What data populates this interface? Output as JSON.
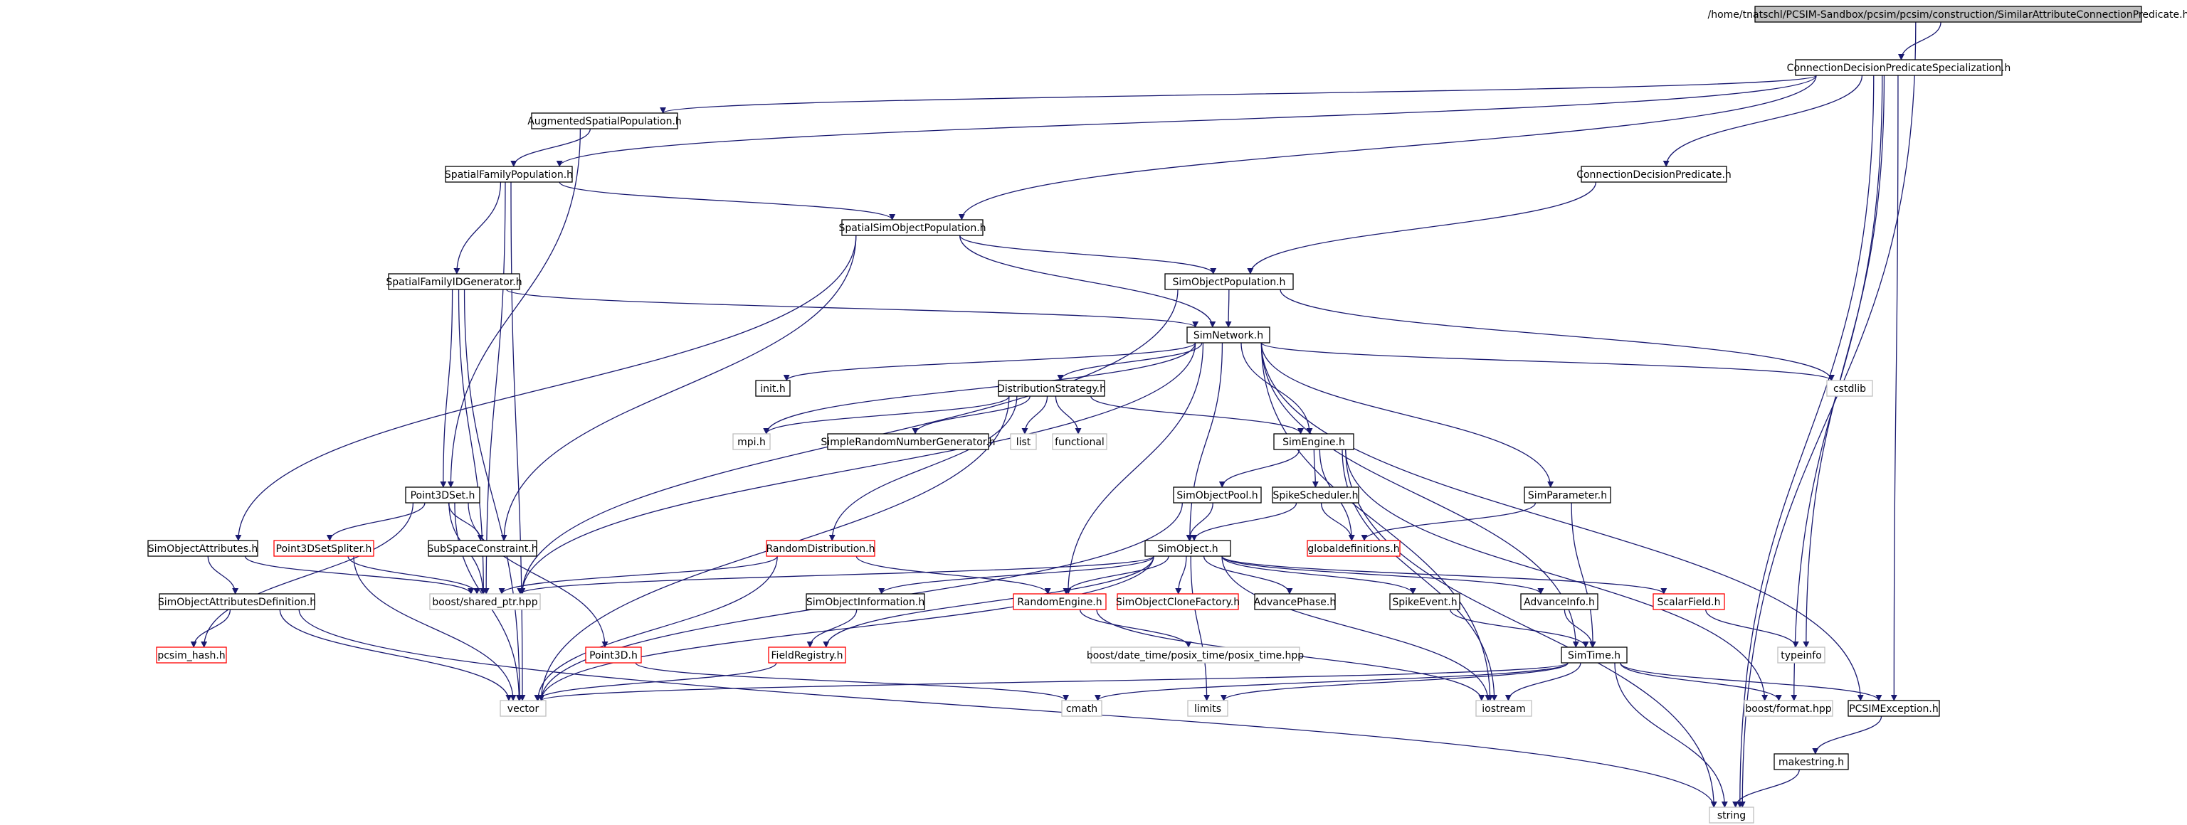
{
  "diagram": {
    "colors": {
      "edge": "#191970",
      "root_fill": "#bfbfbf",
      "box_border_documented": "#000000",
      "box_border_undocumented": "#ff0000",
      "box_border_system": "#bfbfbf"
    },
    "nodes": [
      {
        "id": "root",
        "label": "/home/tnatschl/PCSIM-Sandbox/pcsim/pcsim/construction/SimilarAttributeConnectionPredicate.h",
        "kind": "root"
      },
      {
        "id": "cdps",
        "label": "ConnectionDecisionPredicateSpecialization.h",
        "kind": "normal"
      },
      {
        "id": "asp",
        "label": "AugmentedSpatialPopulation.h",
        "kind": "normal"
      },
      {
        "id": "sfp",
        "label": "SpatialFamilyPopulation.h",
        "kind": "normal"
      },
      {
        "id": "cdp",
        "label": "ConnectionDecisionPredicate.h",
        "kind": "normal"
      },
      {
        "id": "ssop",
        "label": "SpatialSimObjectPopulation.h",
        "kind": "normal"
      },
      {
        "id": "sfig",
        "label": "SpatialFamilyIDGenerator.h",
        "kind": "normal"
      },
      {
        "id": "sop",
        "label": "SimObjectPopulation.h",
        "kind": "normal"
      },
      {
        "id": "snet",
        "label": "SimNetwork.h",
        "kind": "normal"
      },
      {
        "id": "init",
        "label": "init.h",
        "kind": "normal"
      },
      {
        "id": "ds",
        "label": "DistributionStrategy.h",
        "kind": "normal"
      },
      {
        "id": "cstdlib",
        "label": "cstdlib",
        "kind": "system"
      },
      {
        "id": "mpi",
        "label": "mpi.h",
        "kind": "system"
      },
      {
        "id": "srng",
        "label": "SimpleRandomNumberGenerator.h",
        "kind": "normal"
      },
      {
        "id": "list",
        "label": "list",
        "kind": "system"
      },
      {
        "id": "functional",
        "label": "functional",
        "kind": "system"
      },
      {
        "id": "seng",
        "label": "SimEngine.h",
        "kind": "normal"
      },
      {
        "id": "p3ds",
        "label": "Point3DSet.h",
        "kind": "normal"
      },
      {
        "id": "sopool",
        "label": "SimObjectPool.h",
        "kind": "normal"
      },
      {
        "id": "ssched",
        "label": "SpikeScheduler.h",
        "kind": "normal"
      },
      {
        "id": "sparam",
        "label": "SimParameter.h",
        "kind": "normal"
      },
      {
        "id": "soa",
        "label": "SimObjectAttributes.h",
        "kind": "normal"
      },
      {
        "id": "p3dspl",
        "label": "Point3DSetSpliter.h",
        "kind": "undocumented"
      },
      {
        "id": "ssc",
        "label": "SubSpaceConstraint.h",
        "kind": "normal"
      },
      {
        "id": "rdist",
        "label": "RandomDistribution.h",
        "kind": "undocumented"
      },
      {
        "id": "simobj",
        "label": "SimObject.h",
        "kind": "normal"
      },
      {
        "id": "gdef",
        "label": "globaldefinitions.h",
        "kind": "undocumented"
      },
      {
        "id": "bsp",
        "label": "boost/shared_ptr.hpp",
        "kind": "system"
      },
      {
        "id": "soad",
        "label": "SimObjectAttributesDefinition.h",
        "kind": "normal"
      },
      {
        "id": "soinfo",
        "label": "SimObjectInformation.h",
        "kind": "normal"
      },
      {
        "id": "reng",
        "label": "RandomEngine.h",
        "kind": "undocumented"
      },
      {
        "id": "socf",
        "label": "SimObjectCloneFactory.h",
        "kind": "undocumented"
      },
      {
        "id": "aphase",
        "label": "AdvancePhase.h",
        "kind": "normal"
      },
      {
        "id": "sev",
        "label": "SpikeEvent.h",
        "kind": "normal"
      },
      {
        "id": "ainfo",
        "label": "AdvanceInfo.h",
        "kind": "normal"
      },
      {
        "id": "sfield",
        "label": "ScalarField.h",
        "kind": "undocumented"
      },
      {
        "id": "phash",
        "label": "pcsim_hash.h",
        "kind": "undocumented"
      },
      {
        "id": "p3d",
        "label": "Point3D.h",
        "kind": "undocumented"
      },
      {
        "id": "freg",
        "label": "FieldRegistry.h",
        "kind": "undocumented"
      },
      {
        "id": "bdt",
        "label": "boost/date_time/posix_time/posix_time.hpp",
        "kind": "system"
      },
      {
        "id": "stime",
        "label": "SimTime.h",
        "kind": "normal"
      },
      {
        "id": "typeinfo",
        "label": "typeinfo",
        "kind": "system"
      },
      {
        "id": "vector",
        "label": "vector",
        "kind": "system"
      },
      {
        "id": "cmath",
        "label": "cmath",
        "kind": "system"
      },
      {
        "id": "limits",
        "label": "limits",
        "kind": "system"
      },
      {
        "id": "iostream",
        "label": "iostream",
        "kind": "system"
      },
      {
        "id": "bfmt",
        "label": "boost/format.hpp",
        "kind": "system"
      },
      {
        "id": "pcsimexc",
        "label": "PCSIMException.h",
        "kind": "normal"
      },
      {
        "id": "mkstr",
        "label": "makestring.h",
        "kind": "normal"
      },
      {
        "id": "string",
        "label": "string",
        "kind": "system"
      }
    ],
    "edges": [
      [
        "root",
        "cdps"
      ],
      [
        "root",
        "string"
      ],
      [
        "cdps",
        "asp"
      ],
      [
        "cdps",
        "sfp"
      ],
      [
        "cdps",
        "cdp"
      ],
      [
        "cdps",
        "ssop"
      ],
      [
        "cdps",
        "typeinfo"
      ],
      [
        "cdps",
        "bfmt"
      ],
      [
        "cdps",
        "pcsimexc"
      ],
      [
        "cdps",
        "string"
      ],
      [
        "asp",
        "sfp"
      ],
      [
        "asp",
        "p3ds"
      ],
      [
        "sfp",
        "ssop"
      ],
      [
        "sfp",
        "sfig"
      ],
      [
        "sfp",
        "bsp"
      ],
      [
        "sfp",
        "vector"
      ],
      [
        "cdp",
        "sop"
      ],
      [
        "ssop",
        "sop"
      ],
      [
        "ssop",
        "snet"
      ],
      [
        "ssop",
        "ssc"
      ],
      [
        "ssop",
        "soa"
      ],
      [
        "sfig",
        "snet"
      ],
      [
        "sfig",
        "p3ds"
      ],
      [
        "sfig",
        "bsp"
      ],
      [
        "sfig",
        "vector"
      ],
      [
        "sop",
        "snet"
      ],
      [
        "sop",
        "cstdlib"
      ],
      [
        "sop",
        "bsp"
      ],
      [
        "snet",
        "init"
      ],
      [
        "snet",
        "ds"
      ],
      [
        "snet",
        "cstdlib"
      ],
      [
        "snet",
        "mpi"
      ],
      [
        "snet",
        "seng"
      ],
      [
        "snet",
        "sparam"
      ],
      [
        "snet",
        "simobj"
      ],
      [
        "snet",
        "stime"
      ],
      [
        "snet",
        "iostream"
      ],
      [
        "snet",
        "pcsimexc"
      ],
      [
        "snet",
        "bsp"
      ],
      [
        "snet",
        "reng"
      ],
      [
        "ds",
        "mpi"
      ],
      [
        "ds",
        "srng"
      ],
      [
        "ds",
        "list"
      ],
      [
        "ds",
        "functional"
      ],
      [
        "ds",
        "seng"
      ],
      [
        "ds",
        "rdist"
      ],
      [
        "ds",
        "vector"
      ],
      [
        "seng",
        "sopool"
      ],
      [
        "seng",
        "ssched"
      ],
      [
        "seng",
        "gdef"
      ],
      [
        "seng",
        "iostream"
      ],
      [
        "seng",
        "string"
      ],
      [
        "seng",
        "bfmt"
      ],
      [
        "p3ds",
        "ssc"
      ],
      [
        "p3ds",
        "p3dspl"
      ],
      [
        "p3ds",
        "p3d"
      ],
      [
        "p3ds",
        "bsp"
      ],
      [
        "p3ds",
        "phash"
      ],
      [
        "p3ds",
        "vector"
      ],
      [
        "sopool",
        "simobj"
      ],
      [
        "sopool",
        "vector"
      ],
      [
        "ssched",
        "simobj"
      ],
      [
        "ssched",
        "gdef"
      ],
      [
        "sparam",
        "gdef"
      ],
      [
        "sparam",
        "stime"
      ],
      [
        "soa",
        "soad"
      ],
      [
        "soa",
        "bsp"
      ],
      [
        "p3dspl",
        "bsp"
      ],
      [
        "p3dspl",
        "vector"
      ],
      [
        "rdist",
        "reng"
      ],
      [
        "rdist",
        "bsp"
      ],
      [
        "rdist",
        "vector"
      ],
      [
        "simobj",
        "soinfo"
      ],
      [
        "simobj",
        "reng"
      ],
      [
        "simobj",
        "socf"
      ],
      [
        "simobj",
        "aphase"
      ],
      [
        "simobj",
        "sev"
      ],
      [
        "simobj",
        "ainfo"
      ],
      [
        "simobj",
        "sfield"
      ],
      [
        "simobj",
        "freg"
      ],
      [
        "simobj",
        "bsp"
      ],
      [
        "simobj",
        "vector"
      ],
      [
        "simobj",
        "limits"
      ],
      [
        "simobj",
        "iostream"
      ],
      [
        "soad",
        "phash"
      ],
      [
        "soad",
        "vector"
      ],
      [
        "soad",
        "string"
      ],
      [
        "soinfo",
        "freg"
      ],
      [
        "reng",
        "bdt"
      ],
      [
        "reng",
        "iostream"
      ],
      [
        "sev",
        "stime"
      ],
      [
        "ainfo",
        "stime"
      ],
      [
        "sfield",
        "typeinfo"
      ],
      [
        "p3d",
        "cmath"
      ],
      [
        "freg",
        "vector"
      ],
      [
        "stime",
        "vector"
      ],
      [
        "stime",
        "cmath"
      ],
      [
        "stime",
        "limits"
      ],
      [
        "stime",
        "iostream"
      ],
      [
        "stime",
        "bfmt"
      ],
      [
        "stime",
        "pcsimexc"
      ],
      [
        "stime",
        "string"
      ],
      [
        "pcsimexc",
        "mkstr"
      ],
      [
        "mkstr",
        "string"
      ]
    ]
  }
}
